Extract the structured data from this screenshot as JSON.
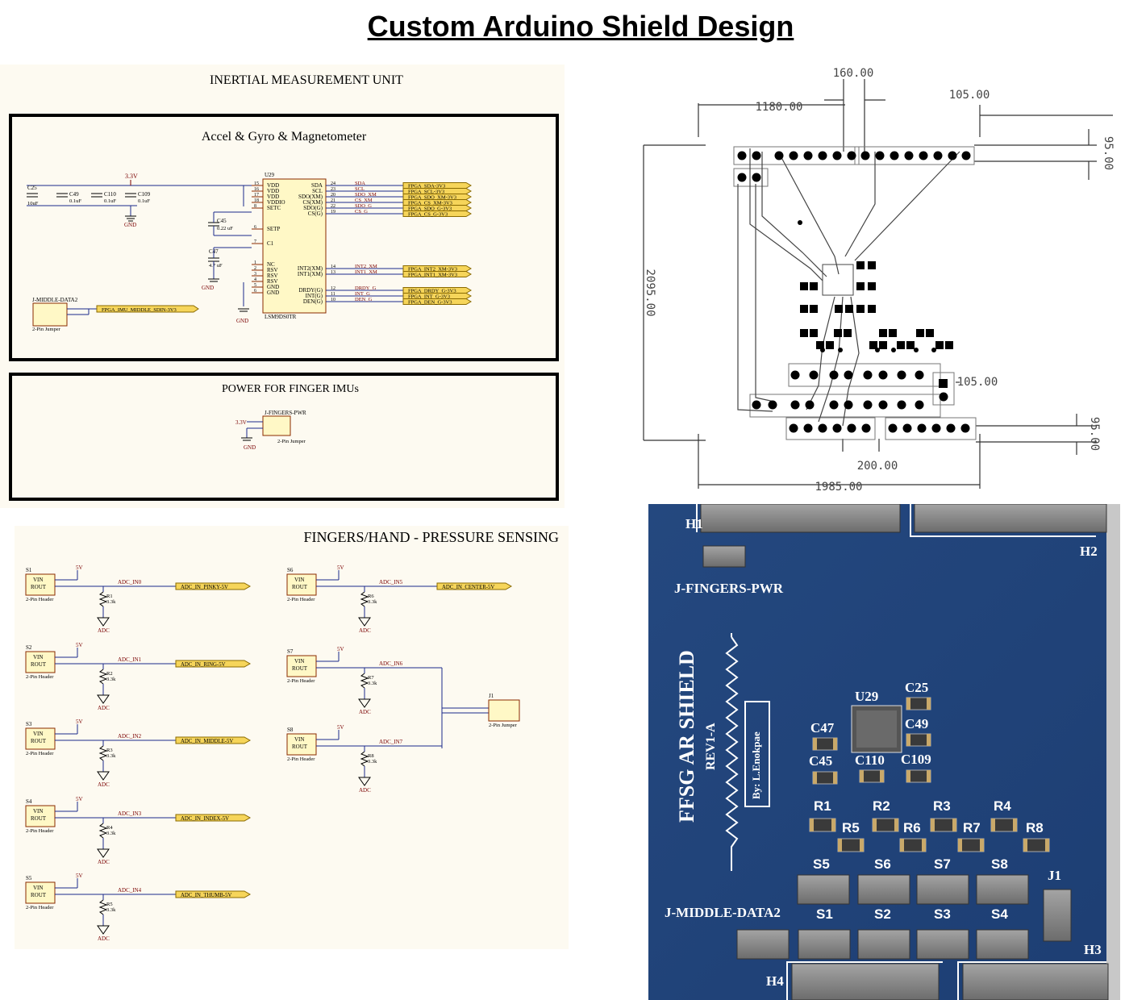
{
  "page": {
    "title": "Custom Arduino Shield Design"
  },
  "imu_panel": {
    "heading": "INERTIAL MEASUREMENT UNIT",
    "box1_title": "Accel & Gyro & Magnetometer",
    "box2_title": "POWER FOR FINGER IMUs",
    "net_3v3": "3.3V",
    "gnd": "GND",
    "caps": [
      {
        "ref": "C25",
        "val": "10uF"
      },
      {
        "ref": "C49",
        "val": "0.1uF"
      },
      {
        "ref": "C110",
        "val": "0.1uF"
      },
      {
        "ref": "C109",
        "val": "0.1uF"
      },
      {
        "ref": "C45",
        "val": "0.22 uF"
      },
      {
        "ref": "C47",
        "val": "4.7 uF"
      }
    ],
    "ic_ref": "U29",
    "ic_part": "LSM9DS0TR",
    "ic_left_pins": [
      {
        "num": "15",
        "name": "VDD"
      },
      {
        "num": "16",
        "name": "VDD"
      },
      {
        "num": "17",
        "name": "VDD"
      },
      {
        "num": "18",
        "name": "VDDIO"
      },
      {
        "num": "8",
        "name": "SETC"
      },
      {
        "num": "6",
        "name": "SETP"
      },
      {
        "num": "7",
        "name": "C1"
      },
      {
        "num": "1",
        "name": "NC"
      },
      {
        "num": "2",
        "name": "RSV"
      },
      {
        "num": "3",
        "name": "RSV"
      },
      {
        "num": "4",
        "name": "RSV"
      },
      {
        "num": "5",
        "name": "GND"
      },
      {
        "num": "6",
        "name": "GND"
      }
    ],
    "ic_right_pins": [
      {
        "num": "24",
        "name": "SDA"
      },
      {
        "num": "23",
        "name": "SCL"
      },
      {
        "num": "20",
        "name": "SDO(XM)"
      },
      {
        "num": "21",
        "name": "CS(XM)"
      },
      {
        "num": "22",
        "name": "SDO(G)"
      },
      {
        "num": "19",
        "name": "CS(G)"
      },
      {
        "num": "14",
        "name": "INT2(XM)"
      },
      {
        "num": "13",
        "name": "INT1(XM)"
      },
      {
        "num": "12",
        "name": "DRDY(G)"
      },
      {
        "num": "11",
        "name": "INT(G)"
      },
      {
        "num": "10",
        "name": "DEN(G)"
      }
    ],
    "right_nets": [
      "SDA",
      "SCL",
      "SDO_XM",
      "CS_XM",
      "SDO_G",
      "CS_G",
      "INT2_XM",
      "INT1_XM",
      "DRDY_G",
      "INT_G",
      "DEN_G"
    ],
    "right_ports": [
      "FPGA_SDA-3V3",
      "FPGA_SCL-3V3",
      "FPGA_SDO_XM-3V3",
      "FPGA_CS_XM-3V3",
      "FPGA_SDO_G-3V3",
      "FPGA_CS_G-3V3",
      "FPGA_INT2_XM-3V3",
      "FPGA_INT1_XM-3V3",
      "FPGA_DRDY_G-3V3",
      "FPGA_INT_G-3V3",
      "FPGA_DEN_G-3V3"
    ],
    "jumper1": {
      "ref": "J-MIDDLE-DATA2",
      "type": "2-Pin Jumper",
      "port": "FPGA_IMU_MIDDLE_SDIN-3V3"
    },
    "jumper2": {
      "ref": "J-FINGERS-PWR",
      "type": "2-Pin Jumper"
    }
  },
  "pressure_panel": {
    "heading": "FINGERS/HAND - PRESSURE SENSING",
    "vin": "VIN",
    "rout": "ROUT",
    "header_type": "2-Pin Header",
    "net_5v": "5V",
    "adc": "ADC",
    "res_val": "3.3k",
    "left_channels": [
      {
        "s": "S1",
        "r": "R1",
        "net": "ADC_IN0",
        "port": "ADC_IN_PINKY-5V"
      },
      {
        "s": "S2",
        "r": "R2",
        "net": "ADC_IN1",
        "port": "ADC_IN_RING-5V"
      },
      {
        "s": "S3",
        "r": "R3",
        "net": "ADC_IN2",
        "port": "ADC_IN_MIDDLE-5V"
      },
      {
        "s": "S4",
        "r": "R4",
        "net": "ADC_IN3",
        "port": "ADC_IN_INDEX-5V"
      },
      {
        "s": "S5",
        "r": "R5",
        "net": "ADC_IN4",
        "port": "ADC_IN_THUMB-5V"
      }
    ],
    "right_channels": [
      {
        "s": "S6",
        "r": "R6",
        "net": "ADC_IN5",
        "port": "ADC_IN_CENTER-5V"
      },
      {
        "s": "S7",
        "r": "R7",
        "net": "ADC_IN6",
        "port": ""
      },
      {
        "s": "S8",
        "r": "R8",
        "net": "ADC_IN7",
        "port": ""
      }
    ],
    "j1": {
      "ref": "J1",
      "type": "2-Pin Jumper"
    }
  },
  "dims_panel": {
    "top_160": "160.00",
    "top_1180": "1180.00",
    "top_105": "105.00",
    "right_95_top": "95.00",
    "left_2095": "2095.00",
    "mid_105": "105.00",
    "bottom_200": "200.00",
    "right_95_bot": "95.00",
    "bottom_1985": "1985.00"
  },
  "pcb_panel": {
    "labels": {
      "h1": "H1",
      "h2": "H2",
      "h3": "H3",
      "h4": "H4",
      "fingers_pwr": "J-FINGERS-PWR",
      "shield": "FFSG AR SHIELD",
      "rev": "REV1-A",
      "by": "By: L.Enokpae",
      "u29": "U29",
      "c25": "C25",
      "c49": "C49",
      "c47": "C47",
      "c45": "C45",
      "c110": "C110",
      "c109": "C109",
      "middle_data": "J-MIDDLE-DATA2",
      "j1": "J1"
    },
    "res_top": [
      "R1",
      "R2",
      "R3",
      "R4"
    ],
    "res_bot": [
      "R5",
      "R6",
      "R7",
      "R8"
    ],
    "sw_top": [
      "S5",
      "S6",
      "S7",
      "S8"
    ],
    "sw_bot": [
      "S1",
      "S2",
      "S3",
      "S4"
    ]
  }
}
